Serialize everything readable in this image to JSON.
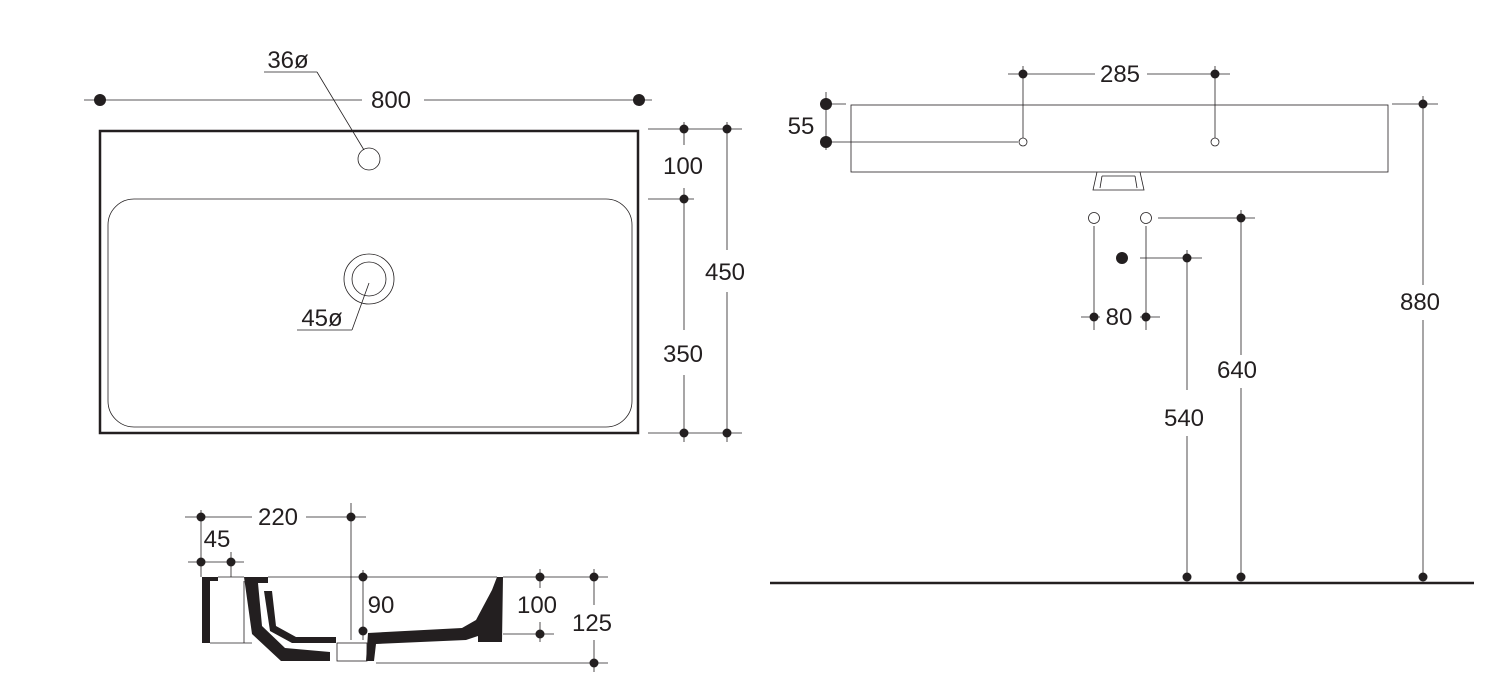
{
  "colors": {
    "ink": "#231f20",
    "background": "#ffffff"
  },
  "plan_view": {
    "width": "800",
    "depth": "450",
    "rim_depth": "100",
    "bowl_depth": "350",
    "tap_hole": "36ø",
    "waste_hole": "45ø"
  },
  "section_view": {
    "waste_offset": "220",
    "wall_thickness": "45",
    "bowl_height": "90",
    "rim_height": "100",
    "overall_height": "125"
  },
  "front_view": {
    "tap_spacing": "285",
    "front_height": "55",
    "waste_spacing": "80",
    "waste_height": "540",
    "supply_height": "640",
    "top_height": "880"
  }
}
